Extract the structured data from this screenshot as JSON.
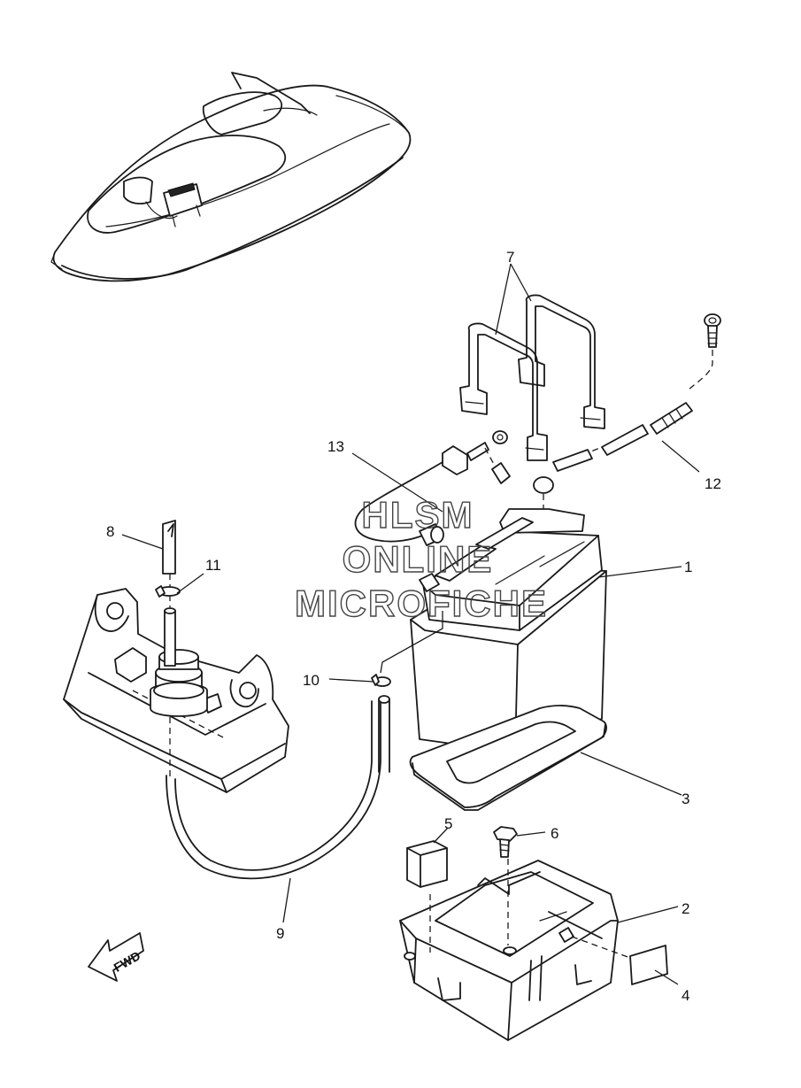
{
  "callouts": {
    "c1": "1",
    "c2": "2",
    "c3": "3",
    "c4": "4",
    "c5": "5",
    "c6": "6",
    "c7": "7",
    "c8": "8",
    "c9": "9",
    "c10": "10",
    "c11": "11",
    "c12": "12",
    "c13": "13"
  },
  "watermark": {
    "line1": "HLSM",
    "line2": "ONLINE",
    "line3": "MICROFICHE"
  },
  "direction_arrow": {
    "label": "FWD",
    "icon": "fwd-arrow-icon"
  }
}
